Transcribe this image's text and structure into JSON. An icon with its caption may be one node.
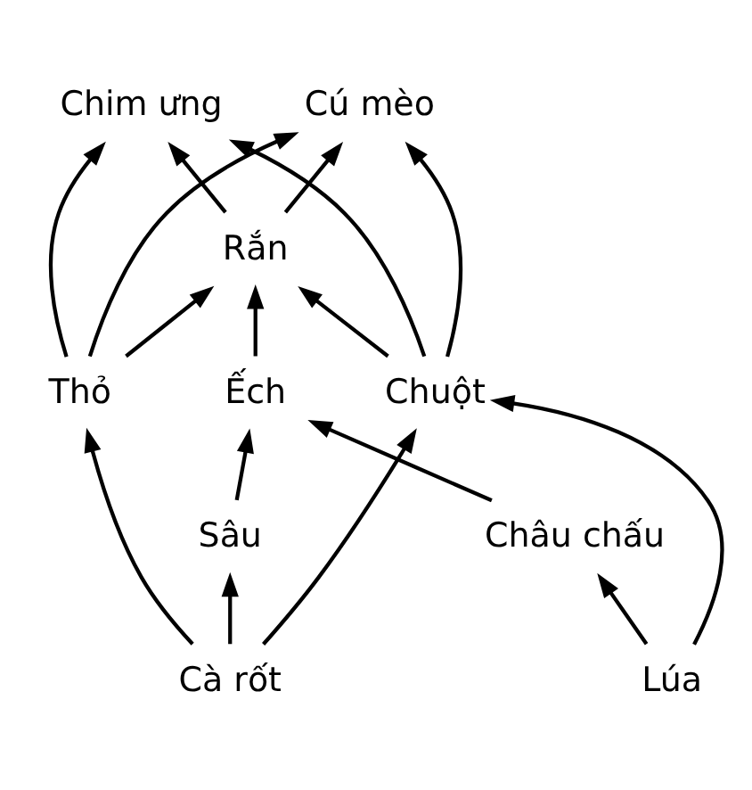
{
  "diagram": {
    "nodes": [
      {
        "text": [
          "Cú mèo"
        ]
      },
      {
        "text": [
          "Chim ưng"
        ]
      },
      {
        "text": [
          "Rắn"
        ]
      },
      {
        "text": [
          "Thỏ"
        ]
      },
      {
        "text": [
          "Ếch"
        ]
      },
      {
        "text": [
          "Chuột"
        ]
      },
      {
        "text": [
          "Sâu"
        ]
      },
      {
        "text": [
          "Lúa"
        ]
      },
      {
        "text": [
          "Cà rốt"
        ]
      },
      {
        "text": [
          "Châu chấu"
        ]
      }
    ],
    "edges": [
      {
        "from": 2,
        "to": 0,
        "arrow": "to"
      },
      {
        "from": 2,
        "to": 1,
        "arrow": "to"
      },
      {
        "from": 3,
        "to": 1,
        "arrow": "to"
      },
      {
        "from": 3,
        "to": 0,
        "arrow": "to"
      },
      {
        "from": 3,
        "to": 2,
        "arrow": "to"
      },
      {
        "from": 5,
        "to": 1,
        "arrow": "to"
      },
      {
        "from": 5,
        "to": 0,
        "arrow": "to"
      },
      {
        "from": 5,
        "to": 2,
        "arrow": "to"
      },
      {
        "from": 4,
        "to": 2,
        "arrow": "to"
      },
      {
        "from": 6,
        "to": 4,
        "arrow": "to"
      },
      {
        "from": 8,
        "to": 3,
        "arrow": "to"
      },
      {
        "from": 8,
        "to": 5,
        "arrow": "to"
      },
      {
        "from": 8,
        "to": 6,
        "arrow": "to"
      },
      {
        "from": 7,
        "to": 5,
        "arrow": "to"
      },
      {
        "from": 7,
        "to": 9,
        "arrow": "to"
      },
      {
        "from": 9,
        "to": 4,
        "arrow": "to"
      }
    ]
  }
}
